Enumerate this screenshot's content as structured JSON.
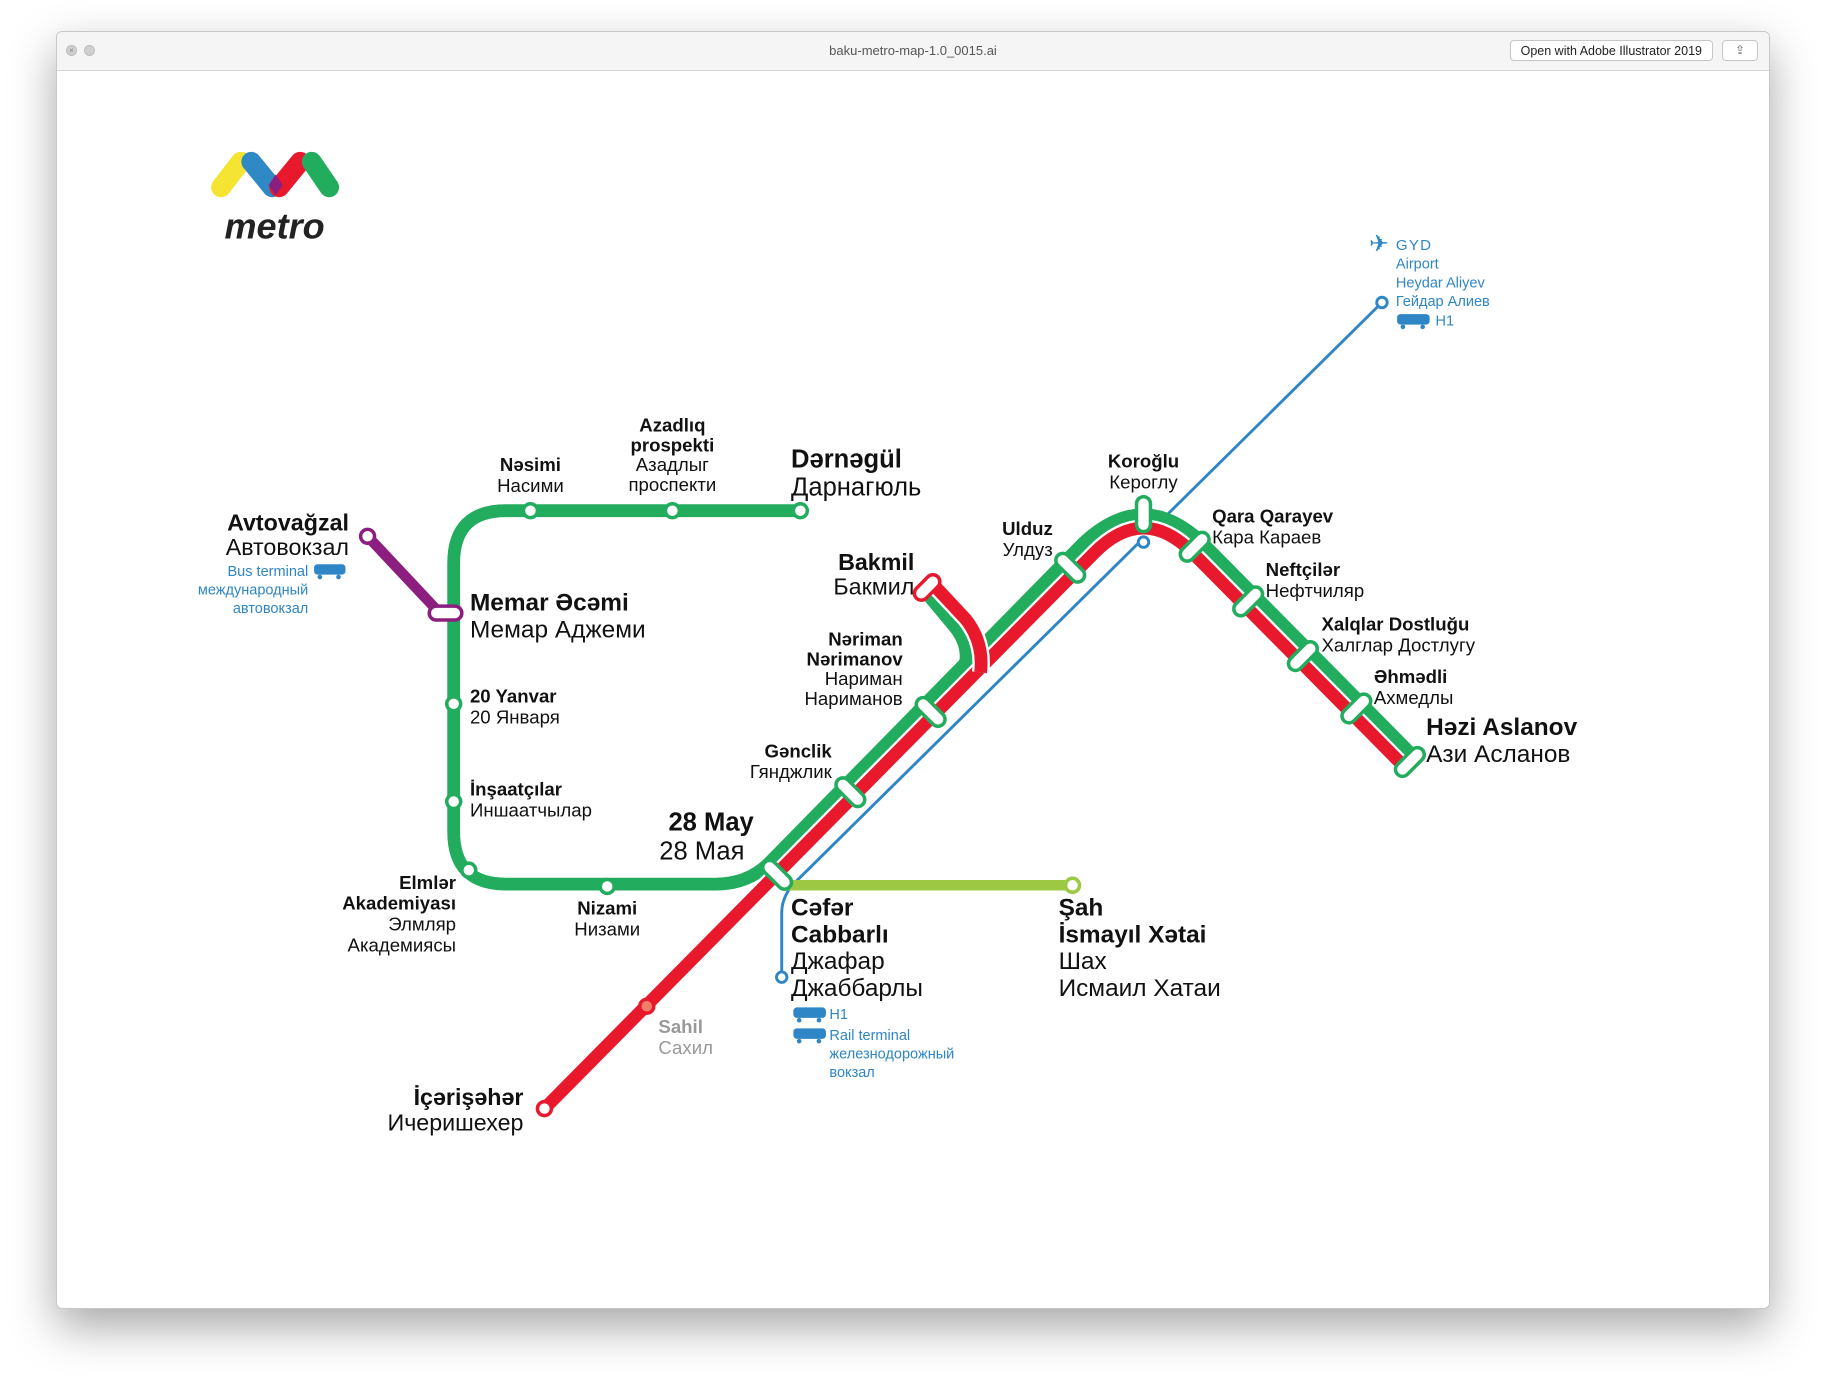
{
  "window": {
    "title": "baku-metro-map-1.0_0015.ai",
    "open_button": "Open with Adobe Illustrator 2019",
    "share_icon": "share-icon"
  },
  "logo": {
    "text": "metro"
  },
  "colors": {
    "green": "#22ac5e",
    "red": "#e8192c",
    "purple": "#8b1e7f",
    "blue": "#2f86c6",
    "light_green": "#9cc843",
    "yellow": "#f5e431"
  },
  "stations": {
    "avtovagzal": {
      "az": "Avtovağzal",
      "ru": "Автовокзал",
      "sub_en": "Bus terminal",
      "sub_ru1": "международный",
      "sub_ru2": "автовокзал"
    },
    "memar_ajami": {
      "az": "Memar Əcəmi",
      "ru": "Мемар Аджеми"
    },
    "yanvar20": {
      "az": "20 Yanvar",
      "ru": "20 Января"
    },
    "inshaatchilar": {
      "az": "İnşaatçılar",
      "ru": "Иншаатчылар"
    },
    "elmlar": {
      "az1": "Elmlər",
      "az2": "Akademiyası",
      "ru1": "Элмляр",
      "ru2": "Академиясы"
    },
    "nizami": {
      "az": "Nizami",
      "ru": "Низами"
    },
    "may28": {
      "az": "28 May",
      "ru": "28 Мая"
    },
    "ganjlik": {
      "az": "Gənclik",
      "ru": "Гянджлик"
    },
    "narimanov": {
      "az1": "Nəriman",
      "az2": "Nərimanov",
      "ru1": "Нариман",
      "ru2": "Нариманов"
    },
    "bakmil": {
      "az": "Bakmil",
      "ru": "Бакмил"
    },
    "ulduz": {
      "az": "Ulduz",
      "ru": "Улдуз"
    },
    "koroglu": {
      "az": "Koroğlu",
      "ru": "Кероглу"
    },
    "qara_qarayev": {
      "az": "Qara Qarayev",
      "ru": "Кара Караев"
    },
    "neftchilar": {
      "az": "Neftçilər",
      "ru": "Нефтчиляр"
    },
    "xalqlar": {
      "az": "Xalqlar Dostluğu",
      "ru": "Халглар Достлугу"
    },
    "ahmadli": {
      "az": "Əhmədli",
      "ru": "Ахмедлы"
    },
    "hazi_aslanov": {
      "az": "Həzi Aslanov",
      "ru": "Ази Асланов"
    },
    "jafar": {
      "az1": "Cəfər",
      "az2": "Cabbarlı",
      "ru1": "Джафар",
      "ru2": "Джаббарлы"
    },
    "shah": {
      "az1": "Şah",
      "az2": "İsmayıl Xətai",
      "ru1": "Шах",
      "ru2": "Исмаил Хатаи"
    },
    "sahil": {
      "az": "Sahil",
      "ru": "Сахил"
    },
    "icherisheher": {
      "az": "İçərişəhər",
      "ru": "Ичеришехер"
    },
    "nasimi": {
      "az": "Nəsimi",
      "ru": "Насими"
    },
    "azadliq": {
      "az1": "Azadlıq",
      "az2": "prospekti",
      "ru1": "Азадлыг",
      "ru2": "проспекти"
    },
    "darnagul": {
      "az": "Dərnəgül",
      "ru": "Дарнагюль"
    }
  },
  "airport": {
    "code": "GYD",
    "line1_en": "Airport",
    "line1_az": "Heydar Aliyev",
    "line2_ru": "Гейдар Алиев",
    "bus": "H1"
  },
  "rail": {
    "bus": "H1",
    "en": "Rail terminal",
    "ru1": "железнодорожный",
    "ru2": "вокзал"
  }
}
